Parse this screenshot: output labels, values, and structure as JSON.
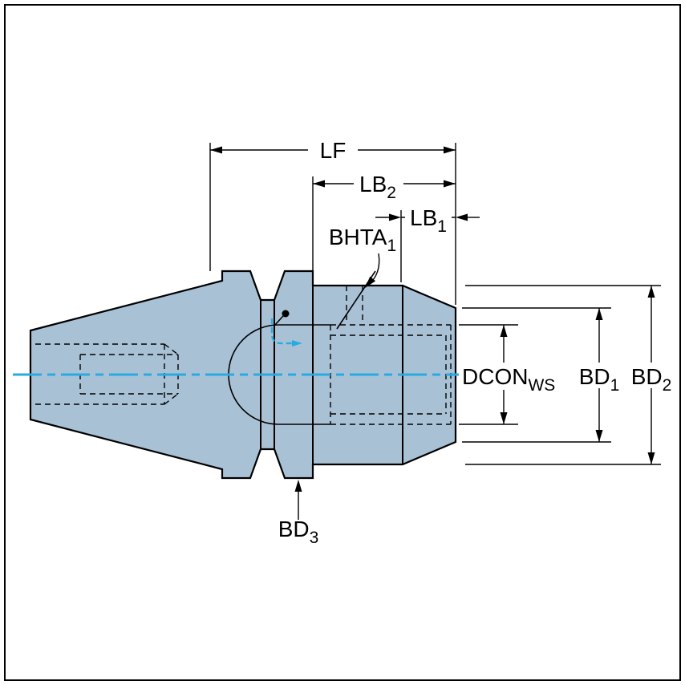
{
  "diagram": {
    "description": "Tool holder side-view engineering dimension drawing",
    "dimension_labels": {
      "lf": {
        "base": "LF",
        "sub": ""
      },
      "lb2": {
        "base": "LB",
        "sub": "2"
      },
      "lb1": {
        "base": "LB",
        "sub": "1"
      },
      "bhta1": {
        "base": "BHTA",
        "sub": "1"
      },
      "dcon_ws": {
        "base": "DCON",
        "sub": "WS"
      },
      "bd1": {
        "base": "BD",
        "sub": "1"
      },
      "bd2": {
        "base": "BD",
        "sub": "2"
      },
      "bd3": {
        "base": "BD",
        "sub": "3"
      }
    },
    "colors": {
      "body_fill": "#a9c1d5",
      "outline": "#000000",
      "centerline_blue": "#29abe2",
      "background": "#ffffff"
    }
  }
}
